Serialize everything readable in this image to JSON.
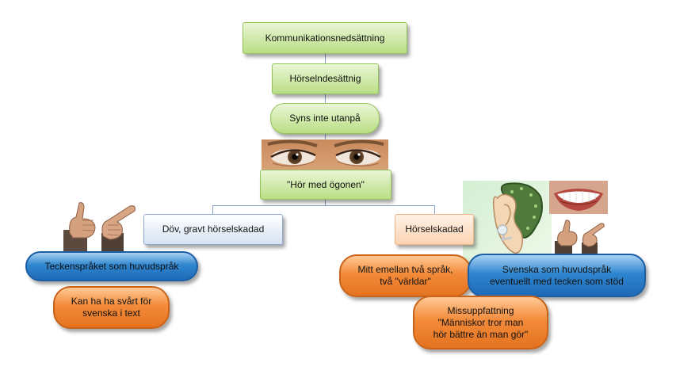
{
  "nodes": {
    "root": "Kommunikationsnedsättning",
    "horsel": "Hörselndesättnig",
    "syns": "Syns inte utanpå",
    "hor_ogon": "\"Hör med ögonen\"",
    "dov": "Döv, gravt hörselskadad",
    "horselskadad": "Hörselskadad",
    "teckensprak": "Teckenspråket som huvudspråk",
    "svart_svenska": "Kan ha ha svårt för\nsvenska i text",
    "mitt_emellan": "Mitt emellan två språk,\ntvå \"världar\"",
    "svenska_huvud": "Svenska som huvudspråk\neventuellt med  tecken som stöd",
    "missuppfattning": "Missuppfattning\n\"Människor tror man\nhör bättre än man gör\""
  },
  "colors": {
    "green_node": "#b9de84",
    "blue_node": "#2f86cf",
    "orange_node": "#f38b3a",
    "peach_node": "#fbd3b2",
    "connector": "#8aa2c8"
  },
  "pictures": [
    "eyes-photo",
    "pointing-hands-left",
    "hearing-aid-ear",
    "smiling-mouth-photo",
    "pointing-hands-right"
  ]
}
